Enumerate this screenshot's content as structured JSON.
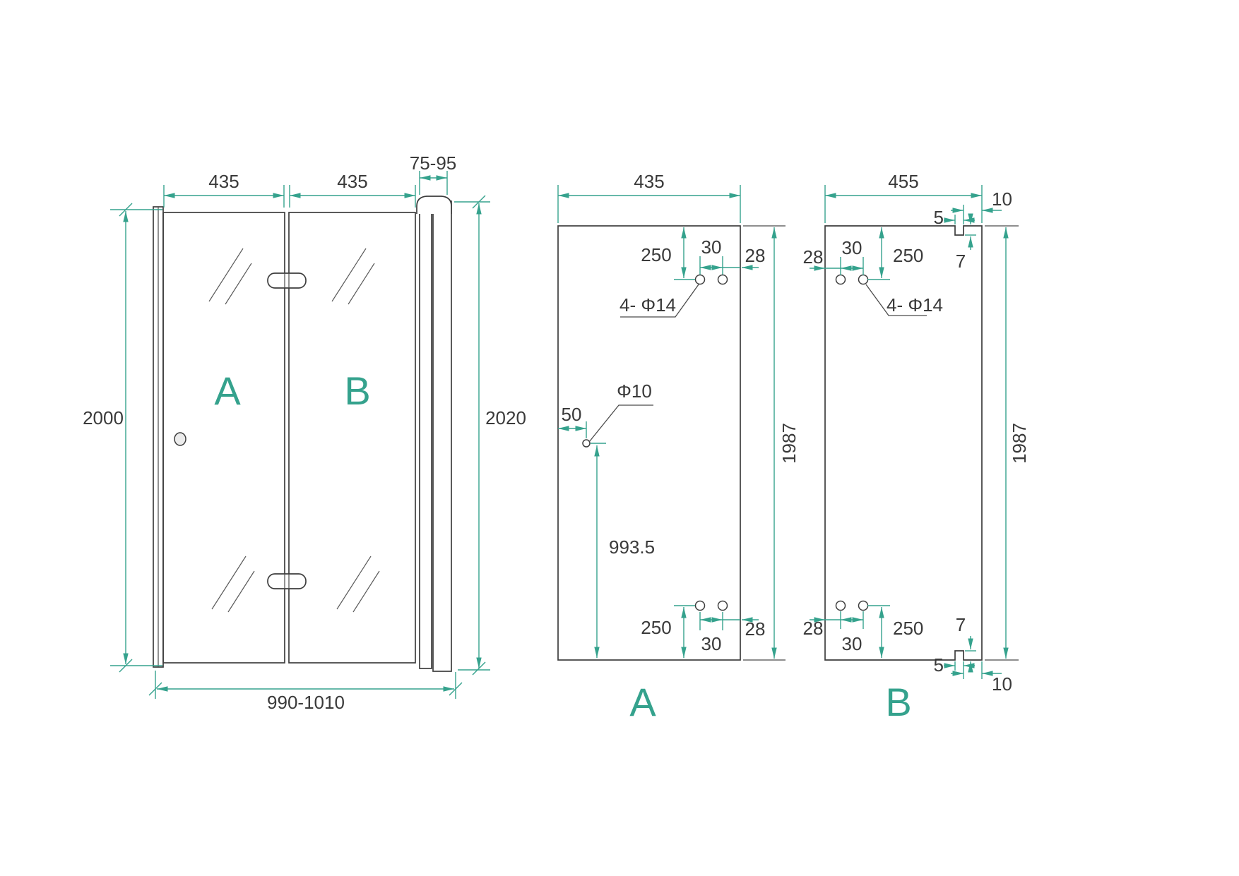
{
  "colors": {
    "accent_teal": "#35a28d",
    "dimension_text": "#3a3a3a",
    "drawing_line": "#3d3d3d"
  },
  "assembled_view": {
    "dim_panel_a_width": "435",
    "dim_panel_b_width": "435",
    "dim_wall_profile": "75-95",
    "dim_height_left": "2000",
    "dim_height_right": "2020",
    "dim_overall_width": "990-1010",
    "panel_a_label": "A",
    "panel_b_label": "B"
  },
  "panel_a": {
    "label": "A",
    "dim_width": "435",
    "dim_height": "1987",
    "dim_top_offset": "250",
    "dim_top_hole_spacing": "30",
    "dim_top_edge_distance": "28",
    "holes_label": "4- Φ14",
    "handle_hole_label": "Φ10",
    "dim_handle_edge_distance": "50",
    "dim_handle_height": "993.5",
    "dim_bottom_offset": "250",
    "dim_bottom_hole_spacing": "30",
    "dim_bottom_edge_distance": "28"
  },
  "panel_b": {
    "label": "B",
    "dim_width": "455",
    "dim_height": "1987",
    "dim_top_edge_distance": "28",
    "dim_top_hole_spacing": "30",
    "dim_top_offset": "250",
    "holes_label": "4- Φ14",
    "dim_notch_top_width": "5",
    "dim_notch_top_offset": "10",
    "dim_notch_top_depth": "7",
    "dim_bottom_edge_distance": "28",
    "dim_bottom_hole_spacing": "30",
    "dim_bottom_offset": "250",
    "dim_notch_bottom_depth": "7",
    "dim_notch_bottom_width": "5",
    "dim_notch_bottom_offset": "10"
  }
}
